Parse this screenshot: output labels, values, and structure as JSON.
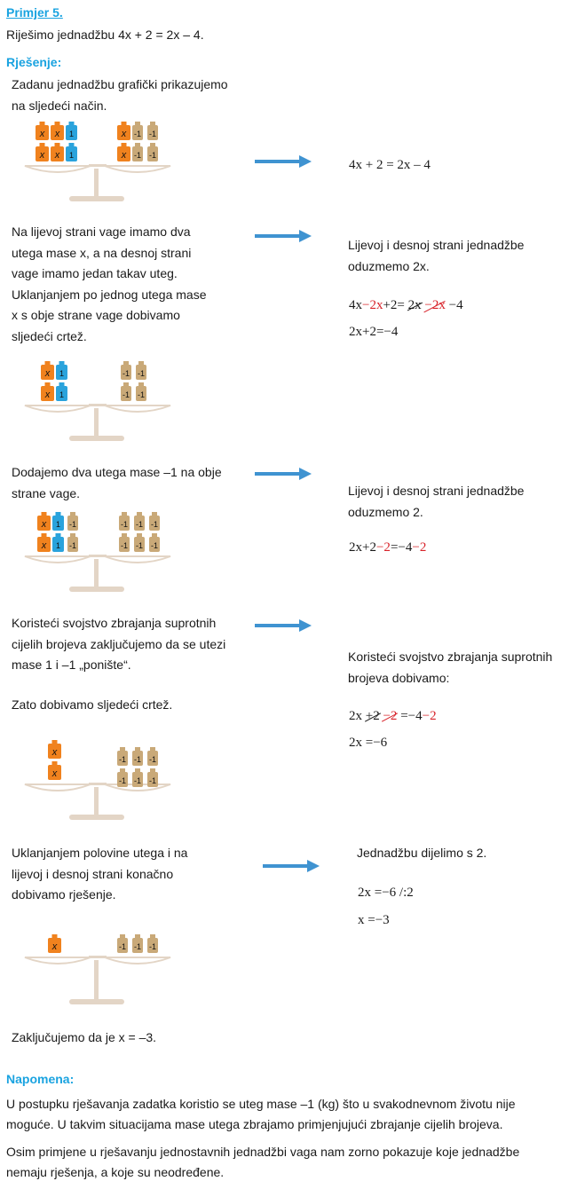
{
  "example_title": "Primjer 5.",
  "task": "Riješimo jednadžbu 4x + 2 = 2x – 4.",
  "solution_title": "Rješenje:",
  "steps": [
    {
      "left_text": [
        "Zadanu jednadžbu grafički prikazujemo",
        "na sljedeći način."
      ],
      "right_equation": "4x + 2 = 2x – 4"
    },
    {
      "left_text": [
        "Na lijevoj strani vage imamo dva",
        "utega mase x, a na desnoj strani",
        "vage imamo jedan takav uteg.",
        "Uklanjanjem po jednog utega mase",
        "x s obje strane vage dobivamo",
        "sljedeći crtež."
      ],
      "right_text": [
        "Lijevoj i desnoj strani jednadžbe",
        "oduzmemo 2x."
      ],
      "eq1": {
        "a": "4x",
        "b": "−2x",
        "c": "+2=",
        "d": "2x",
        "e": "−2x",
        "f": "−4"
      },
      "eq2": "2x+2=−4"
    },
    {
      "left_text": [
        "Dodajemo dva utega mase  –1 na obje",
        "strane vage."
      ],
      "right_text": [
        "Lijevoj i desnoj strani jednadžbe",
        "oduzmemo 2."
      ],
      "eq1": {
        "a": "2x+2",
        "b": "−2",
        "c": "=−4",
        "d": "−2"
      }
    },
    {
      "left_text": [
        "Koristeći svojstvo zbrajanja suprotnih",
        "cijelih brojeva zaključujemo da se utezi",
        "mase 1 i –1 „ponište“."
      ],
      "left_text2": "Zato dobivamo sljedeći crtež.",
      "right_text": [
        "Koristeći svojstvo zbrajanja suprotnih",
        "brojeva dobivamo:"
      ],
      "eq1": {
        "a": "2x",
        "b": "+2",
        "c": "−2",
        "d": "=−4",
        "e": "−2"
      },
      "eq2": "2x =−6"
    },
    {
      "left_text": [
        "Uklanjanjem polovine utega i na",
        "lijevoj i desnoj strani konačno",
        "dobivamo rješenje."
      ],
      "right_text": "Jednadžbu dijelimo s 2.",
      "eq1": "2x =−6  /:2",
      "eq2": "x =−3"
    }
  ],
  "conclusion": "Zaključujemo da je x = –3.",
  "note_title": "Napomena:",
  "note_lines": [
    "U postupku rješavanja zadatka koristio se uteg mase –1 (kg) što u svakodnevnom životu nije",
    "moguće. U takvim situacijama mase utega zbrajamo primjenjujući zbrajanje cijelih brojeva.",
    "Osim primjene u rješavanju jednostavnih jednadžbi vaga nam zorno pokazuje koje jednadžbe",
    "nemaju rješenja, a koje su neodređene."
  ],
  "weights": {
    "x_label": "x",
    "one_label": "1",
    "minus_one_label": "-1"
  },
  "colors": {
    "heading": "#1aa3e0",
    "x_weight": "#f0821e",
    "one_weight": "#2aa3dc",
    "minus_one_weight": "#c9a978",
    "arrow": "#3f93d1",
    "red": "#d8232a",
    "scale": "#e3d5c6"
  }
}
